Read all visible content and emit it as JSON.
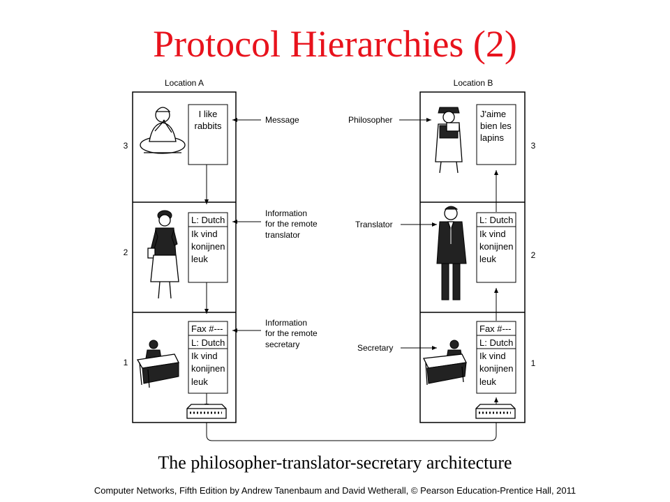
{
  "title": "Protocol Hierarchies (2)",
  "caption": "The philosopher-translator-secretary architecture",
  "footer": "Computer Networks, Fifth Edition by Andrew Tanenbaum and David Wetherall, © Pearson Education-Prentice Hall, 2011",
  "diagram": {
    "location_a": "Location A",
    "location_b": "Location B",
    "layers": [
      "3",
      "2",
      "1"
    ],
    "center_labels": {
      "message": "Message",
      "info_translator": [
        "Information",
        "for the remote",
        "translator"
      ],
      "info_secretary": [
        "Information",
        "for the remote",
        "secretary"
      ],
      "philosopher": "Philosopher",
      "translator": "Translator",
      "secretary": "Secretary"
    },
    "a_layer3_text": [
      "I like",
      "rabbits"
    ],
    "b_layer3_text": [
      "J'aime",
      "bien les",
      "lapins"
    ],
    "layer2_text": [
      "L: Dutch",
      "Ik vind",
      "konijnen",
      "leuk"
    ],
    "layer1_text": [
      "Fax #---",
      "L: Dutch",
      "Ik vind",
      "konijnen",
      "leuk"
    ]
  },
  "colors": {
    "title": "#e8121c",
    "ink": "#000000",
    "background": "#ffffff"
  },
  "icon_names": [
    "philosopher-a-icon",
    "translator-a-icon",
    "secretary-a-icon",
    "fax-a-icon",
    "philosopher-b-icon",
    "translator-b-icon",
    "secretary-b-icon",
    "fax-b-icon"
  ]
}
